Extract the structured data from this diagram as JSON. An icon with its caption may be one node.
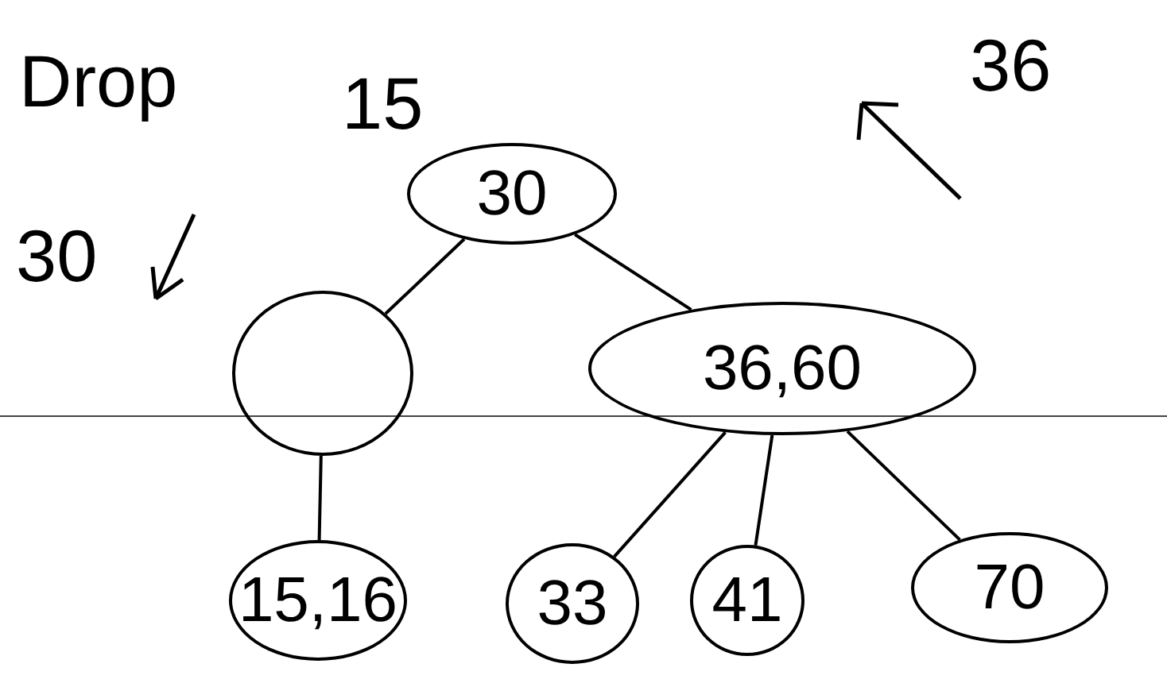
{
  "diagram": {
    "nodes": [
      {
        "text": [
          "30"
        ]
      },
      {
        "text": [],
        "shape": "circle"
      },
      {
        "text": [
          "36,60"
        ]
      },
      {
        "text": [
          "15,16"
        ]
      },
      {
        "text": [
          "33"
        ]
      },
      {
        "text": [
          "41"
        ]
      },
      {
        "text": [
          "70"
        ]
      }
    ],
    "edges": [
      {
        "from": 0,
        "to": 1,
        "arrow": "none"
      },
      {
        "from": 0,
        "to": 2,
        "arrow": "none"
      },
      {
        "from": 1,
        "to": 3,
        "arrow": "none"
      },
      {
        "from": 2,
        "to": 4,
        "arrow": "none"
      },
      {
        "from": 2,
        "to": 5,
        "arrow": "none"
      },
      {
        "from": 2,
        "to": 6,
        "arrow": "none"
      }
    ],
    "labels": [
      "Drop",
      "15",
      "30",
      "36"
    ]
  }
}
